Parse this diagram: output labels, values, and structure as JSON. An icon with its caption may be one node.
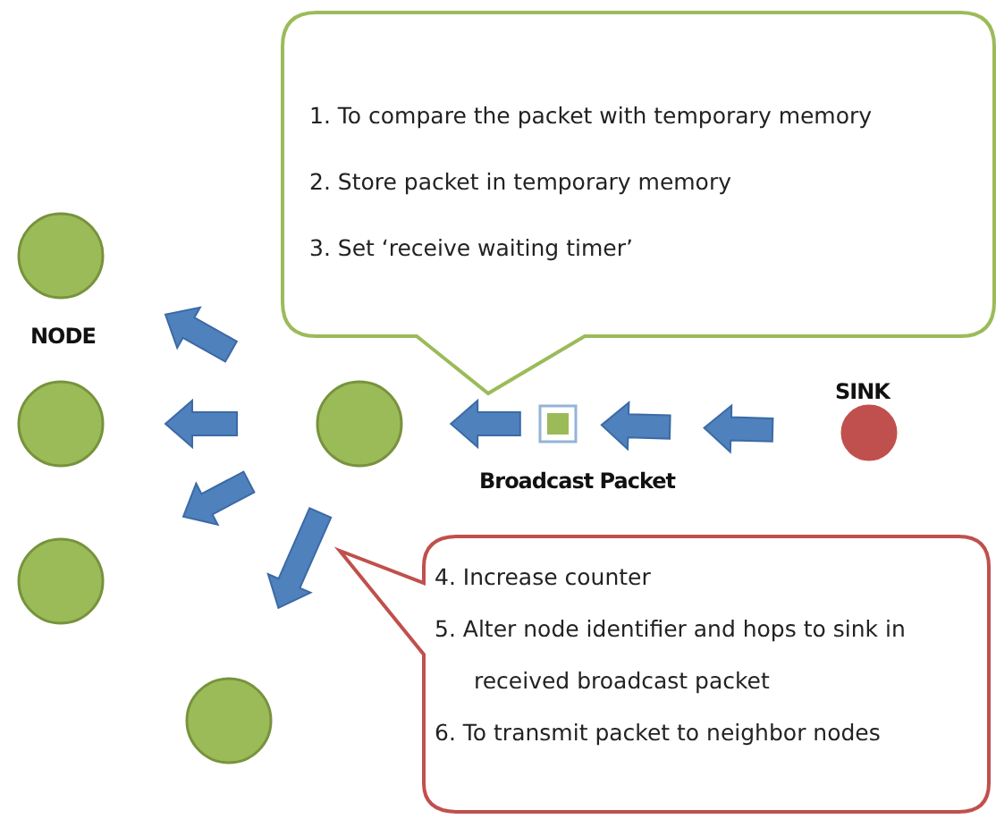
{
  "diagram": {
    "nodes": [
      {
        "text": [
          "1.  To compare the packet with temporary memory",
          "2.  Store packet in temporary memory",
          "3.  Set ‘receive waiting timer’"
        ]
      },
      {
        "text": [],
        "shape": "circle"
      },
      {
        "text": [],
        "shape": "circle"
      },
      {
        "text": [],
        "shape": "circle"
      },
      {
        "text": [],
        "shape": "box",
        "beside": [
          "Broadcast Packet"
        ]
      },
      {
        "text": [],
        "shape": "circle",
        "beside": [
          "SINK"
        ]
      },
      {
        "text": [],
        "shape": "circle"
      },
      {
        "text": [
          "4.  Increase counter",
          "5.  Alter node identifier and hops to sink in received broadcast packet",
          "6.  To transmit packet to neighbor nodes"
        ]
      },
      {
        "text": [],
        "shape": "circle"
      }
    ],
    "edges": [
      {
        "from": 5,
        "to": 4,
        "arrow": "to"
      },
      {
        "from": 4,
        "to": 3,
        "arrow": "to"
      },
      {
        "from": 3,
        "to": 1,
        "arrow": "to"
      },
      {
        "from": 3,
        "to": 2,
        "arrow": "to"
      },
      {
        "from": 3,
        "to": 6,
        "arrow": "to"
      },
      {
        "from": 3,
        "to": 8,
        "arrow": "to"
      }
    ],
    "labels": [
      "NODE"
    ]
  }
}
